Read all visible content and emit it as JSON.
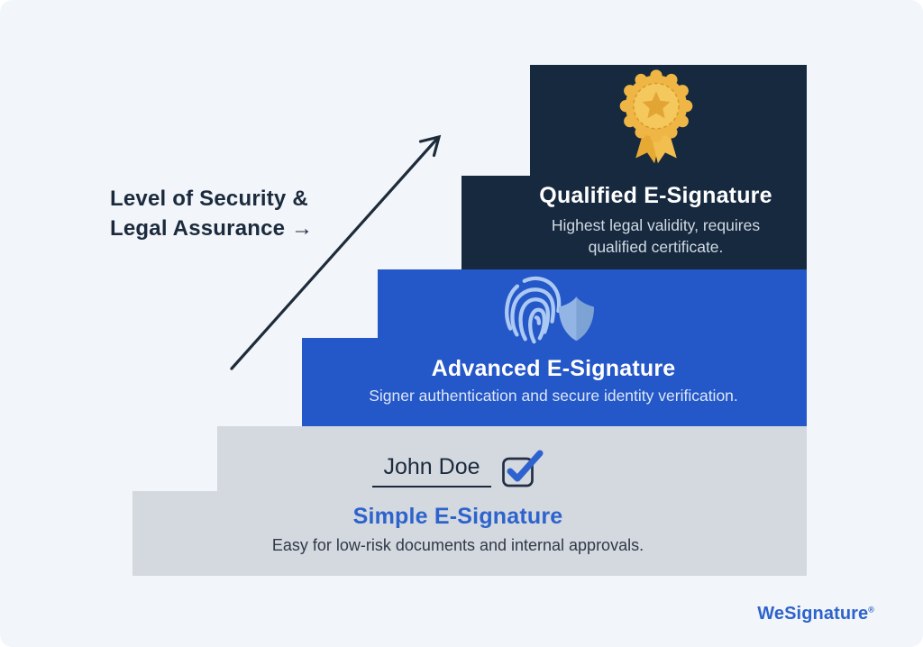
{
  "colors": {
    "background": "#f2f5f9",
    "step-dark": "#16293f",
    "step-blue": "#2457c7",
    "step-gray": "#d4d8df",
    "accent-blue": "#2d63cc",
    "text-navy": "#1b2a3d",
    "title-on-dark": "#ffffff",
    "subtitle-on-dark": "#d3dae3",
    "title-on-blue": "#ffffff",
    "subtitle-on-blue": "#dce6f8",
    "subtitle-on-gray": "#2f3a48",
    "gold": "#efb645",
    "gold-light": "#f4c85c",
    "gold-dark": "#e2a435",
    "fingerprint-blue": "#abc9f2",
    "shield-light": "#93b5e5",
    "shield-dark": "#7da2d4"
  },
  "axis_label": {
    "line1": "Level of Security &",
    "line2": "Legal Assurance →"
  },
  "steps": [
    {
      "id": "simple",
      "title": "Simple E-Signature",
      "subtitle": "Easy for low-risk documents and internal approvals.",
      "signature_name": "John Doe",
      "icon": "signature-checkbox"
    },
    {
      "id": "advanced",
      "title": "Advanced E-Signature",
      "subtitle": "Signer authentication and secure identity verification.",
      "icon": "fingerprint-shield"
    },
    {
      "id": "qualified",
      "title": "Qualified E-Signature",
      "subtitle": "Highest legal validity, requires qualified certificate.",
      "icon": "gold-medal"
    }
  ],
  "brand": {
    "name": "WeSignature",
    "registered_mark": "®"
  }
}
